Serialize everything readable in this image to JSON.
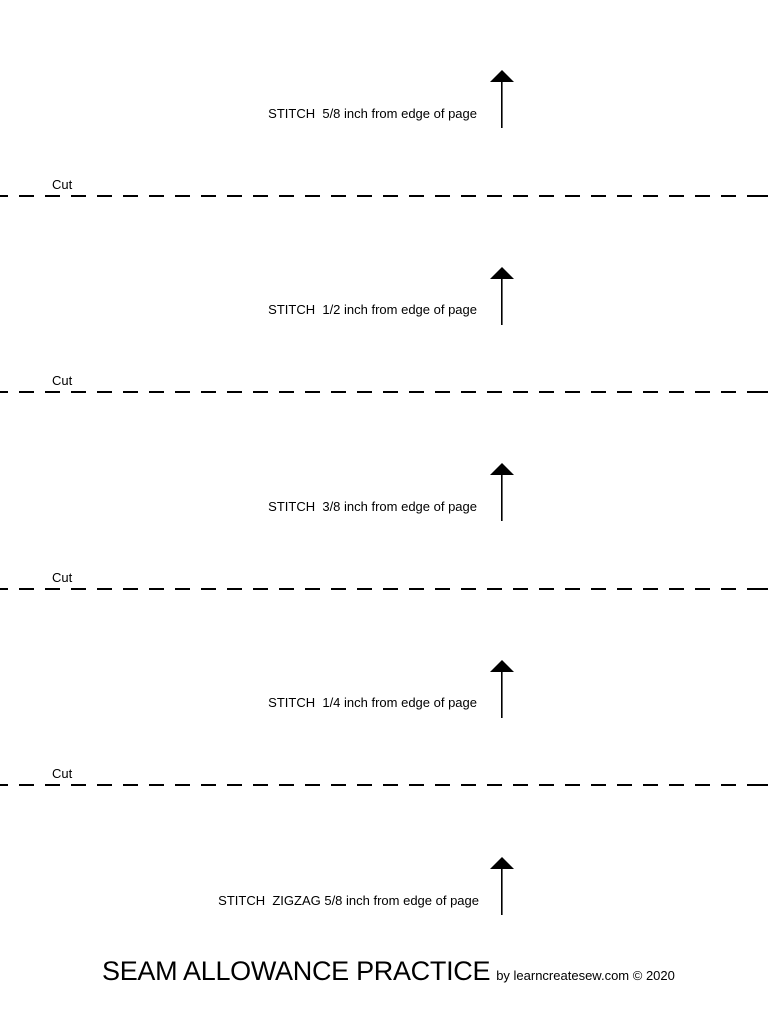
{
  "strips": [
    {
      "stitch_label": "STITCH  5/8 inch from edge of page"
    },
    {
      "stitch_label": "STITCH  1/2 inch from edge of page"
    },
    {
      "stitch_label": "STITCH  3/8 inch from edge of page"
    },
    {
      "stitch_label": "STITCH  1/4 inch from edge of page"
    },
    {
      "stitch_label": "STITCH  ZIGZAG 5/8 inch from edge of page"
    }
  ],
  "cut_lines": [
    {
      "label": "Cut"
    },
    {
      "label": "Cut"
    },
    {
      "label": "Cut"
    },
    {
      "label": "Cut"
    }
  ],
  "icons": {
    "stitch_direction": "arrow-up-icon"
  },
  "footer": {
    "title": "SEAM ALLOWANCE PRACTICE",
    "credit": "by learncreatesew.com © 2020"
  }
}
